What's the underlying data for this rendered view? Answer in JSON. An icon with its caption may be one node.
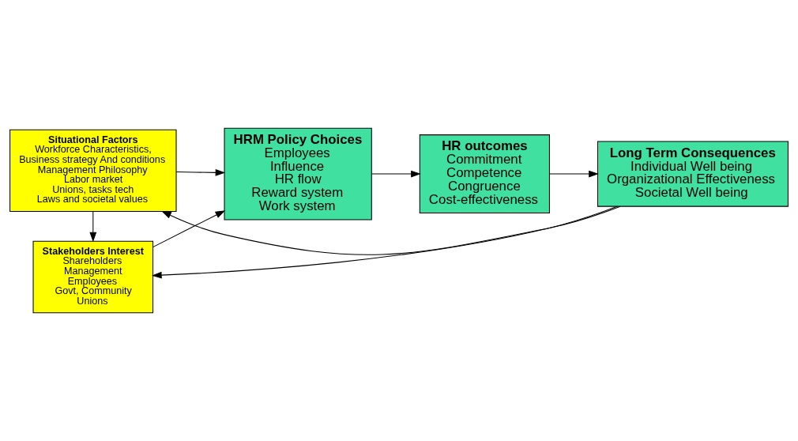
{
  "diagram": {
    "nodes": [
      {
        "text": [
          "Stakeholders Interest",
          "Shareholders",
          "Management",
          "Employees",
          "Govt, Community",
          "Unions"
        ]
      },
      {
        "text": [
          "Situational Factors",
          "Workforce Characteristics,",
          "Business strategy And conditions",
          "Management Philosophy",
          "Labor market",
          "Unions, tasks tech",
          "Laws and societal values"
        ]
      },
      {
        "text": [
          "HRM Policy Choices",
          "Employees",
          "Influence",
          "HR flow",
          "Reward system",
          "Work system"
        ]
      },
      {
        "text": [
          "HR outcomes",
          "Commitment",
          "Competence",
          "Congruence",
          "Cost-effectiveness"
        ]
      },
      {
        "text": [
          "Long Term Consequences",
          "Individual Well being",
          "Organizational Effectiveness",
          "Societal Well being"
        ]
      }
    ],
    "edges": [
      {
        "from": 1,
        "to": 0,
        "arrow": "to"
      },
      {
        "from": 0,
        "to": 2,
        "arrow": "to"
      },
      {
        "from": 1,
        "to": 2,
        "arrow": "to"
      },
      {
        "from": 2,
        "to": 3,
        "arrow": "to"
      },
      {
        "from": 3,
        "to": 4,
        "arrow": "to"
      },
      {
        "from": 4,
        "to": 0,
        "arrow": "to"
      },
      {
        "from": 4,
        "to": 1,
        "arrow": "to"
      }
    ]
  }
}
